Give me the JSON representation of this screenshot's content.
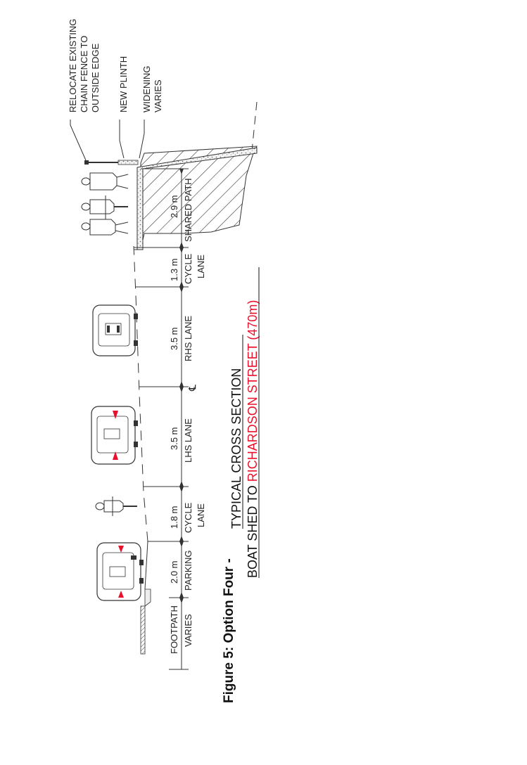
{
  "callouts": {
    "fence_line1": "RELOCATE EXISTING",
    "fence_line2": "CHAIN FENCE TO",
    "fence_line3": "OUTSIDE EDGE",
    "plinth": "NEW PLINTH",
    "widening_line1": "WIDENING",
    "widening_line2": "VARIES"
  },
  "dimensions": {
    "footpath_line1": "FOOTPATH",
    "footpath_line2": "VARIES",
    "parking_value": "2.0 m",
    "parking_label": "PARKING",
    "cycle_left_value": "1.8 m",
    "cycle_left_line1": "CYCLE",
    "cycle_left_line2": "LANE",
    "lhs_value": "3.5 m",
    "lhs_label": "LHS LANE",
    "centreline_symbol": "℄",
    "rhs_value": "3.5 m",
    "rhs_label": "RHS LANE",
    "cycle_right_value": "1.3 m",
    "cycle_right_line1": "CYCLE",
    "cycle_right_line2": "LANE",
    "shared_value": "2.9 m",
    "shared_label": "SHARED PATH"
  },
  "caption": {
    "figure_label": "Figure 5: Option Four -",
    "title_line1": "TYPICAL CROSS SECTION",
    "title_line2_part1": "BOAT SHED TO ",
    "title_line2_part2": "RICHARDSON STREET (470m)"
  },
  "colors": {
    "highlight": "#e8102c",
    "line": "#333333",
    "text": "#222222"
  }
}
